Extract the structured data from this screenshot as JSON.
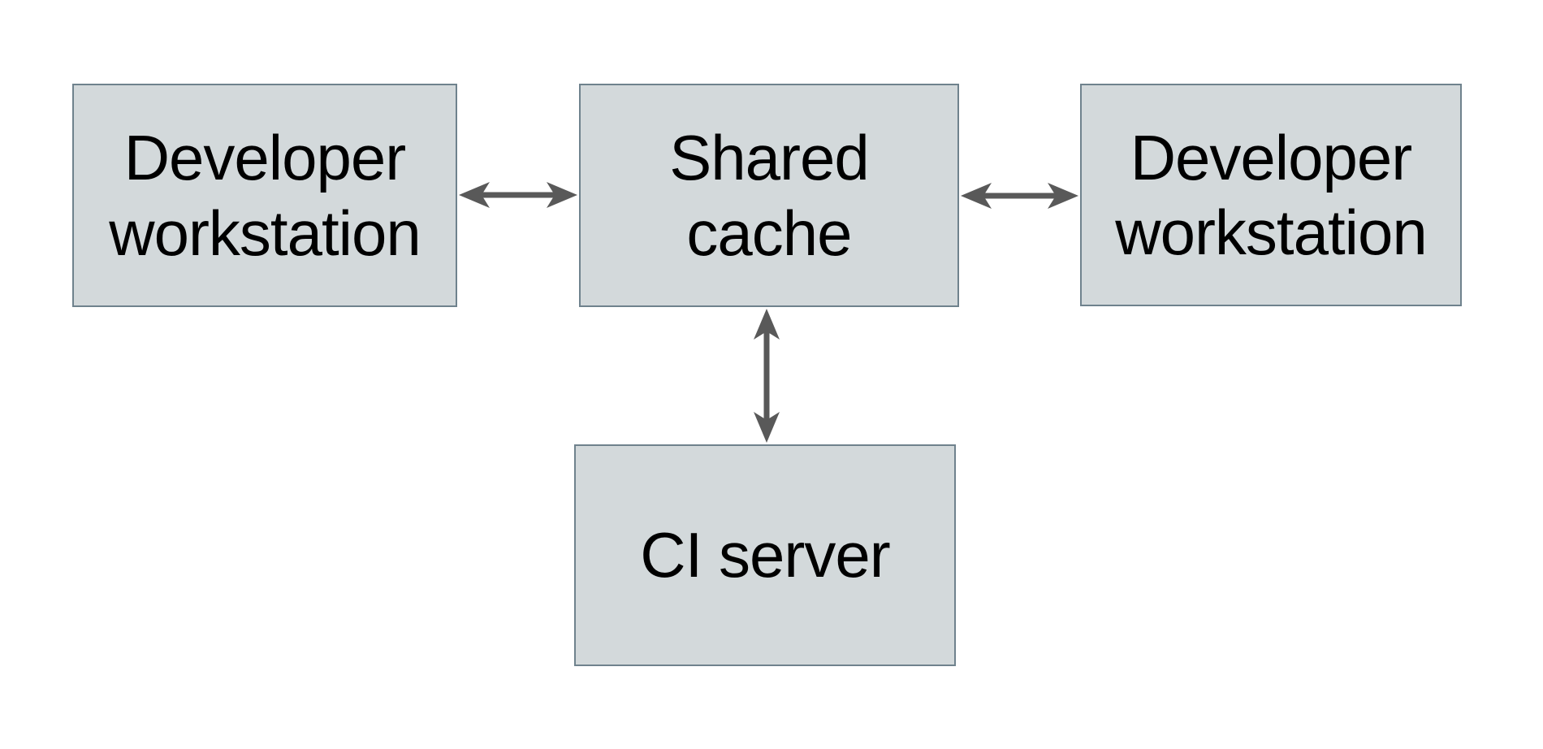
{
  "diagram": {
    "background_color": "#ffffff",
    "node_fill_color": "#d3d9db",
    "node_border_color": "#6f828d",
    "arrow_color": "#595959",
    "text_color": "#000000",
    "nodes": [
      {
        "id": "developer-workstation-left",
        "label": "Developer\nworkstation"
      },
      {
        "id": "shared-cache",
        "label": "Shared\ncache"
      },
      {
        "id": "developer-workstation-right",
        "label": "Developer\nworkstation"
      },
      {
        "id": "ci-server",
        "label": "CI server"
      }
    ],
    "edges": [
      {
        "from": "developer-workstation-left",
        "to": "shared-cache",
        "direction": "bidirectional"
      },
      {
        "from": "shared-cache",
        "to": "developer-workstation-right",
        "direction": "bidirectional"
      },
      {
        "from": "shared-cache",
        "to": "ci-server",
        "direction": "bidirectional"
      }
    ]
  }
}
